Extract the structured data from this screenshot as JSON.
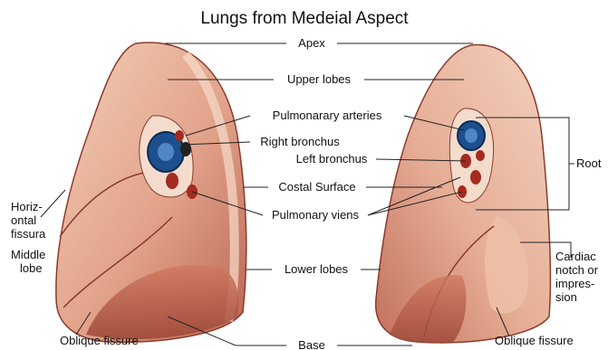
{
  "title": "Lungs from Medeial Aspect",
  "labels": {
    "apex": "Apex",
    "upper_lobes": "Upper lobes",
    "pulmonary_arteries": "Pulmonarary arteries",
    "right_bronchus": "Right bronchus",
    "left_bronchus": "Left bronchus",
    "root": "Root",
    "costal_surface": "Costal Surface",
    "pulmonary_veins": "Pulmonary viens",
    "horizontal_fissura": [
      "Horiz-",
      "ontal",
      "fissura"
    ],
    "middle_lobe": [
      "Middle",
      "lobe"
    ],
    "lower_lobes": "Lower lobes",
    "cardiac_notch": [
      "Cardiac",
      "notch or",
      "impres-",
      "sion"
    ],
    "oblique_fissure_left": "Oblique fissure",
    "base": "Base",
    "oblique_fissure_right": "Oblique fissure"
  },
  "colors": {
    "lung_light": "#f0c6ad",
    "lung_mid": "#d98f74",
    "lung_dark": "#a9503c",
    "bronchus_blue": "#1d4f8f",
    "artery_red": "#a52a1f"
  }
}
